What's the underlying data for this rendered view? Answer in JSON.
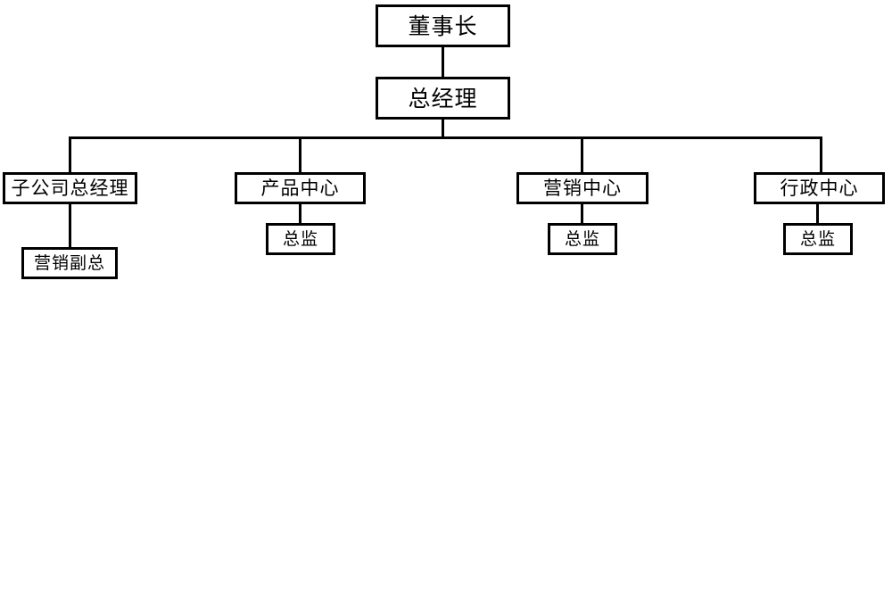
{
  "chart": {
    "type": "org-chart",
    "title": "",
    "orientation": "top-down",
    "background_color": "#ffffff",
    "line_color": "#000000",
    "box_fill_color": "#ffffff",
    "text_color": "#000000",
    "levels": 4,
    "nodes": [
      {
        "id": "chairman",
        "label": "董事长",
        "level": 0,
        "parent": null
      },
      {
        "id": "general-manager",
        "label": "总经理",
        "level": 1,
        "parent": "chairman"
      },
      {
        "id": "subsidiary-gm",
        "label": "子公司总经理",
        "level": 2,
        "parent": "general-manager"
      },
      {
        "id": "product-center",
        "label": "产品中心",
        "level": 2,
        "parent": "general-manager"
      },
      {
        "id": "marketing-center",
        "label": "营销中心",
        "level": 2,
        "parent": "general-manager"
      },
      {
        "id": "admin-center",
        "label": "行政中心",
        "level": 2,
        "parent": "general-manager"
      },
      {
        "id": "marketing-vp",
        "label": "营销副总",
        "level": 3,
        "parent": "subsidiary-gm"
      },
      {
        "id": "product-director",
        "label": "总监",
        "level": 3,
        "parent": "product-center"
      },
      {
        "id": "marketing-director",
        "label": "总监",
        "level": 3,
        "parent": "marketing-center"
      },
      {
        "id": "admin-director",
        "label": "总监",
        "level": 3,
        "parent": "admin-center"
      }
    ]
  },
  "nodes": {
    "chairman": "董事长",
    "general_manager": "总经理",
    "subsidiary_gm": "子公司总经理",
    "product_center": "产品中心",
    "marketing_center": "营销中心",
    "admin_center": "行政中心",
    "marketing_vp": "营销副总",
    "product_director": "总监",
    "marketing_director": "总监",
    "admin_director": "总监"
  }
}
